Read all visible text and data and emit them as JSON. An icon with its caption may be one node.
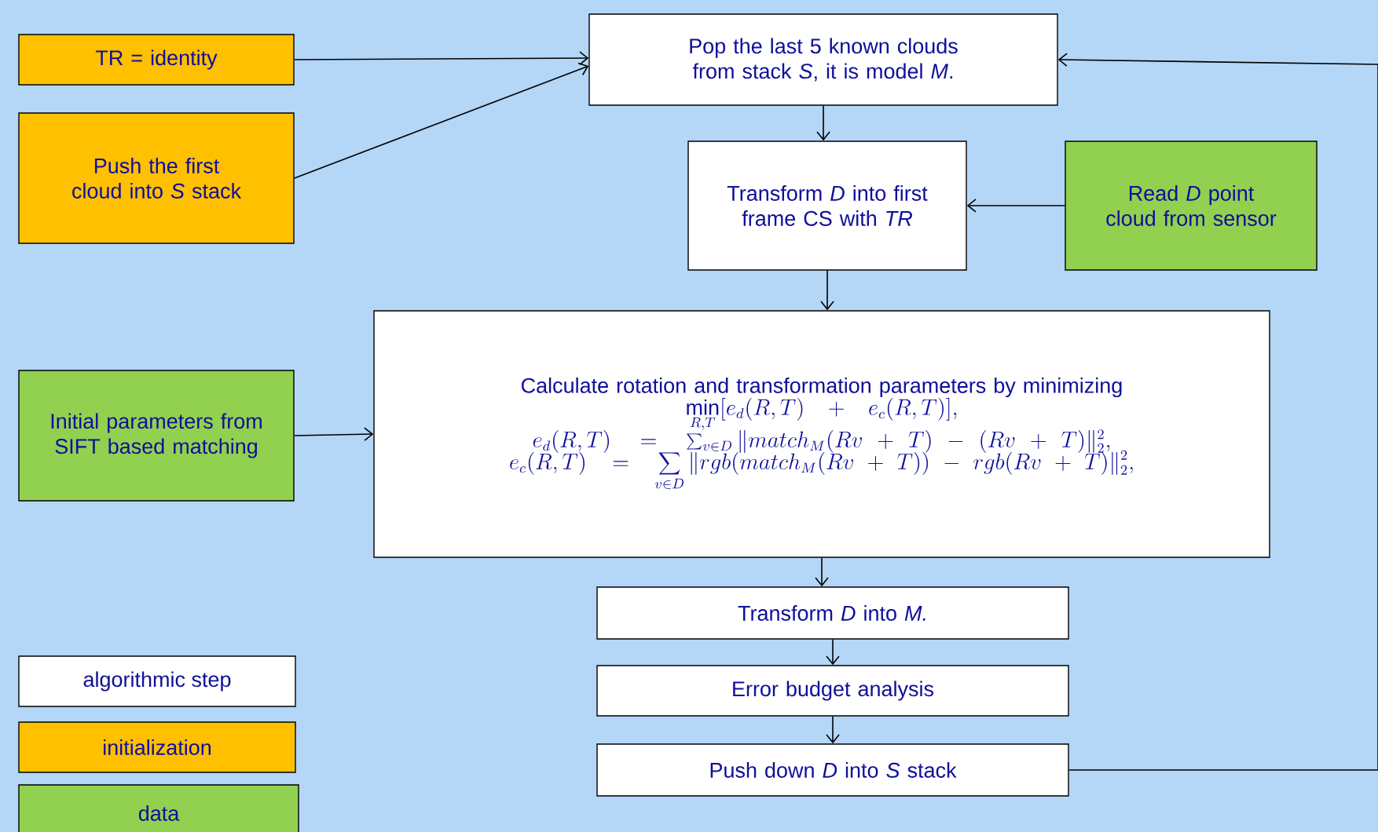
{
  "diagram": {
    "nodes": [
      {
        "text": [
          "TR = identity"
        ]
      },
      {
        "text": [
          "Push the first cloud into *S* stack"
        ]
      },
      {
        "text": [
          "Pop the last 5 known clouds from stack *S*, it is model *M*."
        ]
      },
      {
        "text": [
          "Transform *D* into first frame CS with *TR*"
        ]
      },
      {
        "text": [
          "Read *D* point cloud from sensor"
        ]
      },
      {
        "text": [
          "Initial parameters from SIFT based matching"
        ]
      },
      {
        "text": [
          "Calculate rotation and transformation parameters by minimizing",
          "\\min\\limits_{R,T}[e_d(R,T)+e_c(R,T)],",
          "e_d(R,T)=\\textstyle\\sum_{v\\in D}\\|match_M(Rv+T)-(Rv+T)\\|_2^2,",
          "e_c(R,T)=\\sum_{v\\in D}\\|rgb(match_M(Rv+T))-rgb(Rv+T)\\|_2^2,"
        ]
      },
      {
        "text": [
          "Transform *D* into *M.*"
        ]
      },
      {
        "text": [
          "Error budget analysis"
        ]
      },
      {
        "text": [
          "Push down *D* into *S* stack"
        ]
      }
    ],
    "edges": [
      {
        "from": 0,
        "to": 2,
        "arrow": "to"
      },
      {
        "from": 1,
        "to": 2,
        "arrow": "to"
      },
      {
        "from": 2,
        "to": 3,
        "arrow": "to"
      },
      {
        "from": 4,
        "to": 3,
        "arrow": "to"
      },
      {
        "from": 3,
        "to": 6,
        "arrow": "to"
      },
      {
        "from": 5,
        "to": 6,
        "arrow": "to"
      },
      {
        "from": 6,
        "to": 7,
        "arrow": "to"
      },
      {
        "from": 7,
        "to": 8,
        "arrow": "to"
      },
      {
        "from": 8,
        "to": 9,
        "arrow": "to"
      },
      {
        "from": 9,
        "to": 2,
        "arrow": "to"
      }
    ],
    "legend": [
      {
        "text": "algorithmic step",
        "color": "#ffffff"
      },
      {
        "text": "initialization",
        "color": "#ffc000"
      },
      {
        "text": "data",
        "color": "#92d050"
      }
    ]
  }
}
